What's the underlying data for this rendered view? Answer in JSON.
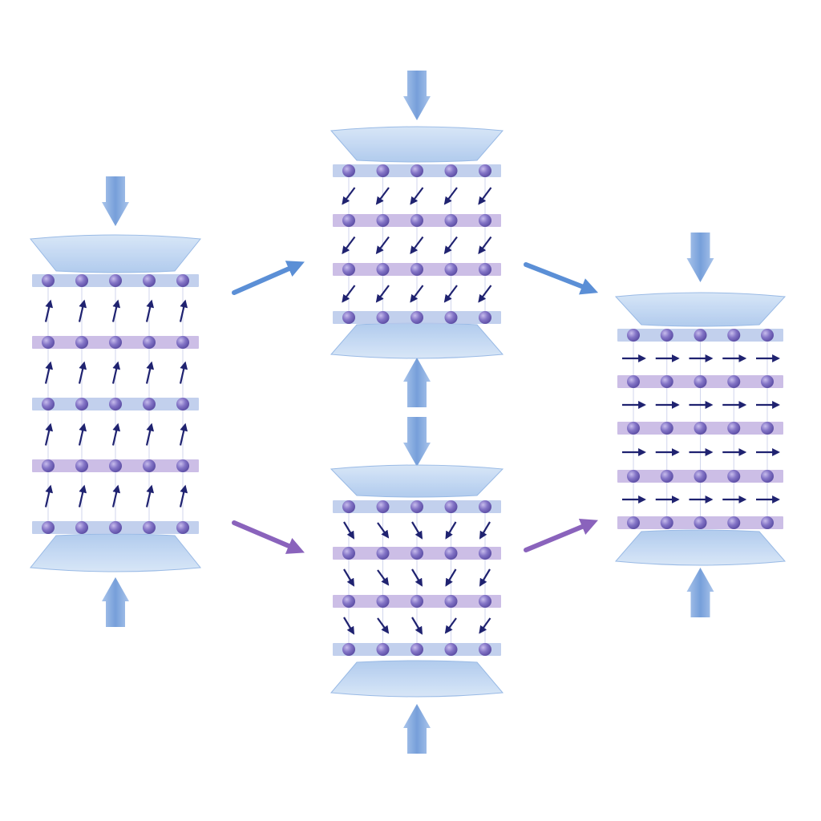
{
  "colors": {
    "background": "#ffffff",
    "press_arrow": "#6f9ad8",
    "anvil_fill": "#bcd3f0",
    "anvil_edge": "#8fb3e3",
    "plate_blue": "#b7c8ea",
    "plate_purple": "#c3b3e2",
    "atom": "#7d6cc0",
    "spin_arrow": "#1f2270",
    "flow_arrow_blue": "#5b8fd6",
    "flow_arrow_purple": "#8a63bc"
  },
  "icons": {
    "press_arrow": "block-arrow-icon",
    "anvil": "anvil-lens-icon",
    "spin": "spin-arrow-icon",
    "atom": "atom-sphere-icon",
    "flow": "transition-arrow-icon"
  },
  "stacks": [
    {
      "id": "initial",
      "layer_colors": [
        "blue",
        "purple",
        "blue",
        "purple",
        "blue"
      ],
      "spin_state": "up-tilted-right",
      "atoms_per_layer": 5
    },
    {
      "id": "top-branch",
      "layer_colors": [
        "blue",
        "purple",
        "purple",
        "blue"
      ],
      "spin_state": "down-left",
      "atoms_per_layer": 5
    },
    {
      "id": "bottom-branch",
      "layer_colors": [
        "blue",
        "purple",
        "purple",
        "blue"
      ],
      "spin_state": "down-right-mixed",
      "atoms_per_layer": 5
    },
    {
      "id": "final",
      "layer_colors": [
        "blue",
        "purple",
        "purple",
        "purple",
        "purple",
        "blue"
      ],
      "spin_state": "right-aligned",
      "atoms_per_layer": 5
    }
  ],
  "transitions": [
    {
      "from": "initial",
      "to": "top-branch",
      "color": "blue"
    },
    {
      "from": "initial",
      "to": "bottom-branch",
      "color": "purple"
    },
    {
      "from": "top-branch",
      "to": "final",
      "color": "blue"
    },
    {
      "from": "bottom-branch",
      "to": "final",
      "color": "purple"
    }
  ]
}
